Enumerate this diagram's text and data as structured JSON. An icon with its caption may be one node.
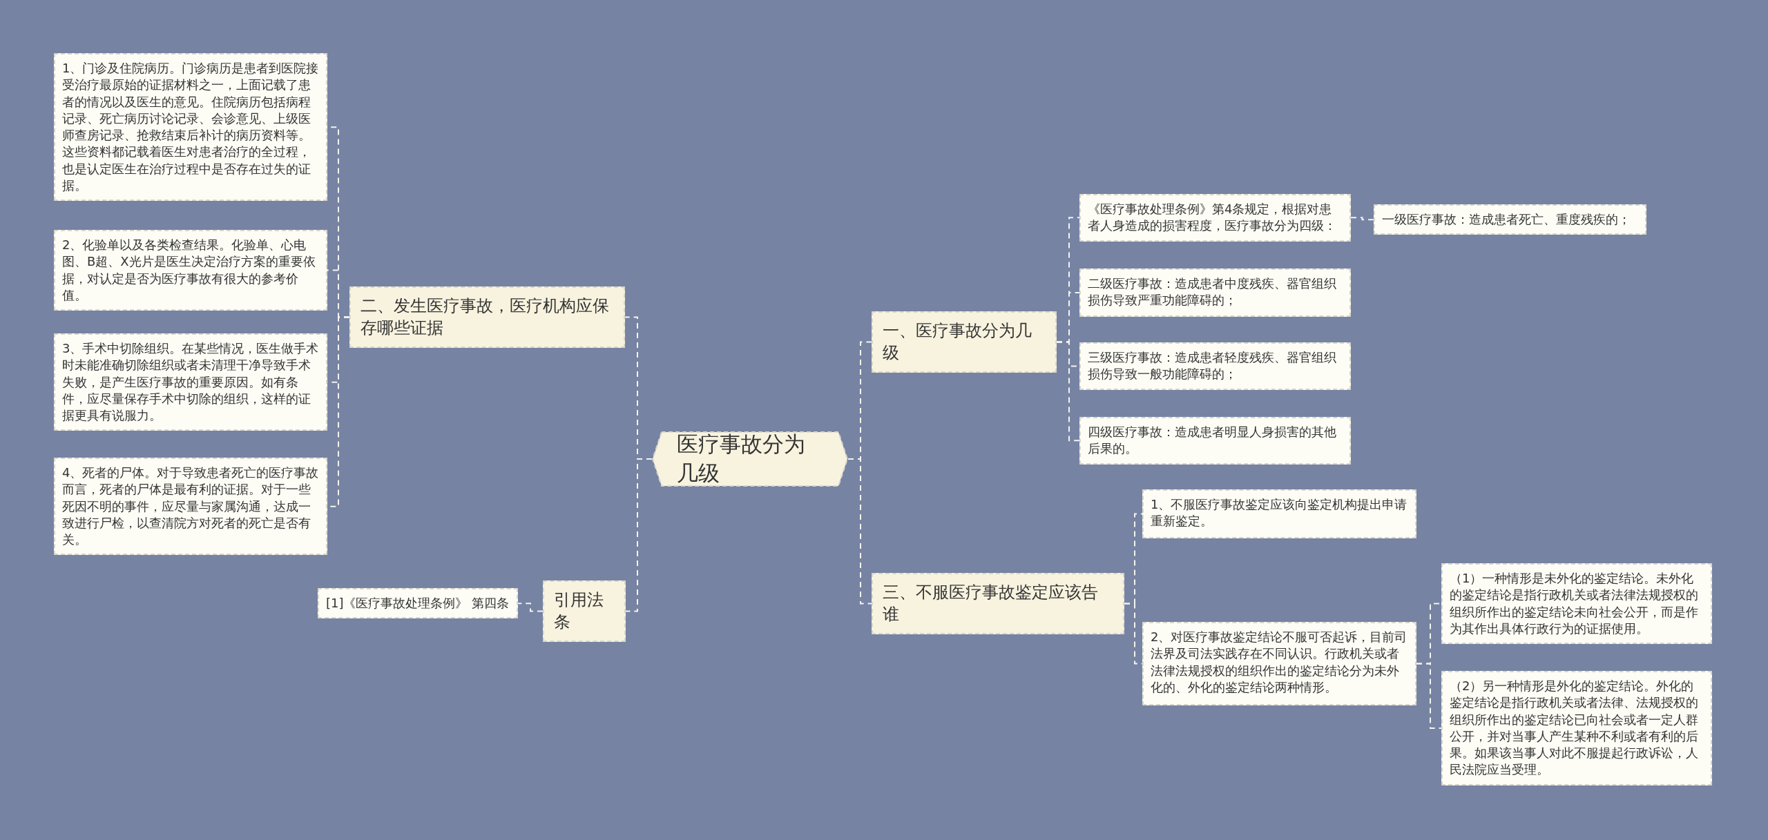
{
  "diagram": {
    "nodes": [
      {
        "text": [
          "医疗事故分为几级"
        ]
      },
      {
        "text": [
          "一、医疗事故分为几级"
        ]
      },
      {
        "text": [
          "《医疗事故处理条例》第4条规定，根据对患者人身造成的损害程度，医疗事故分为四级："
        ]
      },
      {
        "text": [
          "一级医疗事故：造成患者死亡、重度残疾的；"
        ]
      },
      {
        "text": [
          "二级医疗事故：造成患者中度残疾、器官组织损伤导致严重功能障碍的；"
        ]
      },
      {
        "text": [
          "三级医疗事故：造成患者轻度残疾、器官组织损伤导致一般功能障碍的；"
        ]
      },
      {
        "text": [
          "四级医疗事故：造成患者明显人身损害的其他后果的。"
        ]
      },
      {
        "text": [
          "三、不服医疗事故鉴定应该告谁"
        ]
      },
      {
        "text": [
          "1、不服医疗事故鉴定应该向鉴定机构提出申请重新鉴定。"
        ]
      },
      {
        "text": [
          "2、对医疗事故鉴定结论不服可否起诉，目前司法界及司法实践存在不同认识。行政机关或者法律法规授权的组织作出的鉴定结论分为未外化的、外化的鉴定结论两种情形。"
        ]
      },
      {
        "text": [
          "（1）一种情形是未外化的鉴定结论。未外化的鉴定结论是指行政机关或者法律法规授权的组织所作出的鉴定结论未向社会公开，而是作为其作出具体行政行为的证据使用。"
        ]
      },
      {
        "text": [
          "（2）另一种情形是外化的鉴定结论。外化的鉴定结论是指行政机关或者法律、法规授权的组织所作出的鉴定结论已向社会或者一定人群公开，并对当事人产生某种不利或者有利的后果。如果该当事人对此不服提起行政诉讼，人民法院应当受理。"
        ]
      },
      {
        "text": [
          "二、发生医疗事故，医疗机构应保存哪些证据"
        ]
      },
      {
        "text": [
          "1、门诊及住院病历。门诊病历是患者到医院接受治疗最原始的证据材料之一，上面记载了患者的情况以及医生的意见。住院病历包括病程记录、死亡病历讨论记录、会诊意见、上级医师查房记录、抢救结束后补计的病历资料等。这些资料都记载着医生对患者治疗的全过程，也是认定医生在治疗过程中是否存在过失的证据。"
        ]
      },
      {
        "text": [
          "2、化验单以及各类检查结果。化验单、心电图、B超、X光片是医生决定治疗方案的重要依据，对认定是否为医疗事故有很大的参考价值。"
        ]
      },
      {
        "text": [
          "3、手术中切除组织。在某些情况，医生做手术时未能准确切除组织或者未清理干净导致手术失败，是产生医疗事故的重要原因。如有条件，应尽量保存手术中切除的组织，这样的证据更具有说服力。"
        ]
      },
      {
        "text": [
          "4、死者的尸体。对于导致患者死亡的医疗事故而言，死者的尸体是最有利的证据。对于一些死因不明的事件，应尽量与家属沟通，达成一致进行尸检，以查清院方对死者的死亡是否有关。"
        ]
      },
      {
        "text": [
          "引用法条"
        ]
      },
      {
        "text": [
          "[1]《医疗事故处理条例》 第四条"
        ]
      }
    ],
    "edges": [
      {
        "from": 0,
        "to": 1,
        "arrow": "none",
        "style": "dashed"
      },
      {
        "from": 1,
        "to": 2,
        "arrow": "none",
        "style": "dashed"
      },
      {
        "from": 2,
        "to": 3,
        "arrow": "none",
        "style": "dashed"
      },
      {
        "from": 1,
        "to": 4,
        "arrow": "none",
        "style": "dashed"
      },
      {
        "from": 1,
        "to": 5,
        "arrow": "none",
        "style": "dashed"
      },
      {
        "from": 1,
        "to": 6,
        "arrow": "none",
        "style": "dashed"
      },
      {
        "from": 0,
        "to": 7,
        "arrow": "none",
        "style": "dashed"
      },
      {
        "from": 7,
        "to": 8,
        "arrow": "none",
        "style": "dashed"
      },
      {
        "from": 7,
        "to": 9,
        "arrow": "none",
        "style": "dashed"
      },
      {
        "from": 9,
        "to": 10,
        "arrow": "none",
        "style": "dashed"
      },
      {
        "from": 9,
        "to": 11,
        "arrow": "none",
        "style": "dashed"
      },
      {
        "from": 0,
        "to": 12,
        "arrow": "none",
        "style": "dashed"
      },
      {
        "from": 12,
        "to": 13,
        "arrow": "none",
        "style": "dashed"
      },
      {
        "from": 12,
        "to": 14,
        "arrow": "none",
        "style": "dashed"
      },
      {
        "from": 12,
        "to": 15,
        "arrow": "none",
        "style": "dashed"
      },
      {
        "from": 12,
        "to": 16,
        "arrow": "none",
        "style": "dashed"
      },
      {
        "from": 0,
        "to": 17,
        "arrow": "none",
        "style": "dashed"
      },
      {
        "from": 17,
        "to": 18,
        "arrow": "none",
        "style": "dashed"
      }
    ]
  }
}
